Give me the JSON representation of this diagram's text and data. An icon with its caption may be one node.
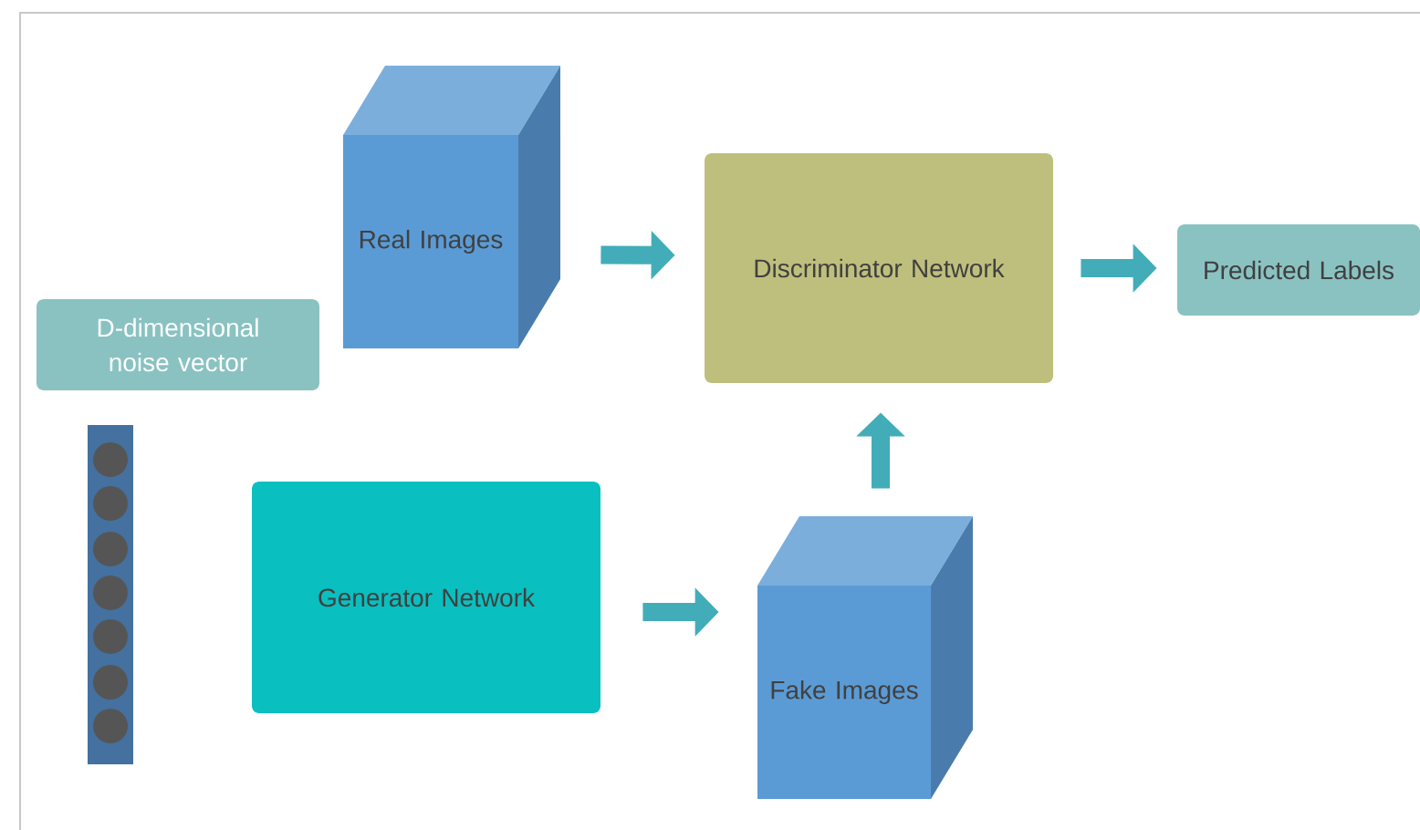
{
  "diagram": {
    "nodes": [
      {
        "text": [
          "D-dimensional noise vector"
        ]
      },
      {
        "text": [
          "Real Images"
        ]
      },
      {
        "text": [
          "Discriminator Network"
        ]
      },
      {
        "text": [
          "Predicted Labels"
        ]
      },
      {
        "text": [
          "Generator Network"
        ]
      },
      {
        "text": [
          "Fake Images"
        ]
      }
    ],
    "edges": [
      {
        "from": 1,
        "to": 2,
        "arrow": "to"
      },
      {
        "from": 2,
        "to": 3,
        "arrow": "to"
      },
      {
        "from": 4,
        "to": 5,
        "arrow": "to"
      },
      {
        "from": 5,
        "to": 2,
        "arrow": "to"
      }
    ]
  }
}
